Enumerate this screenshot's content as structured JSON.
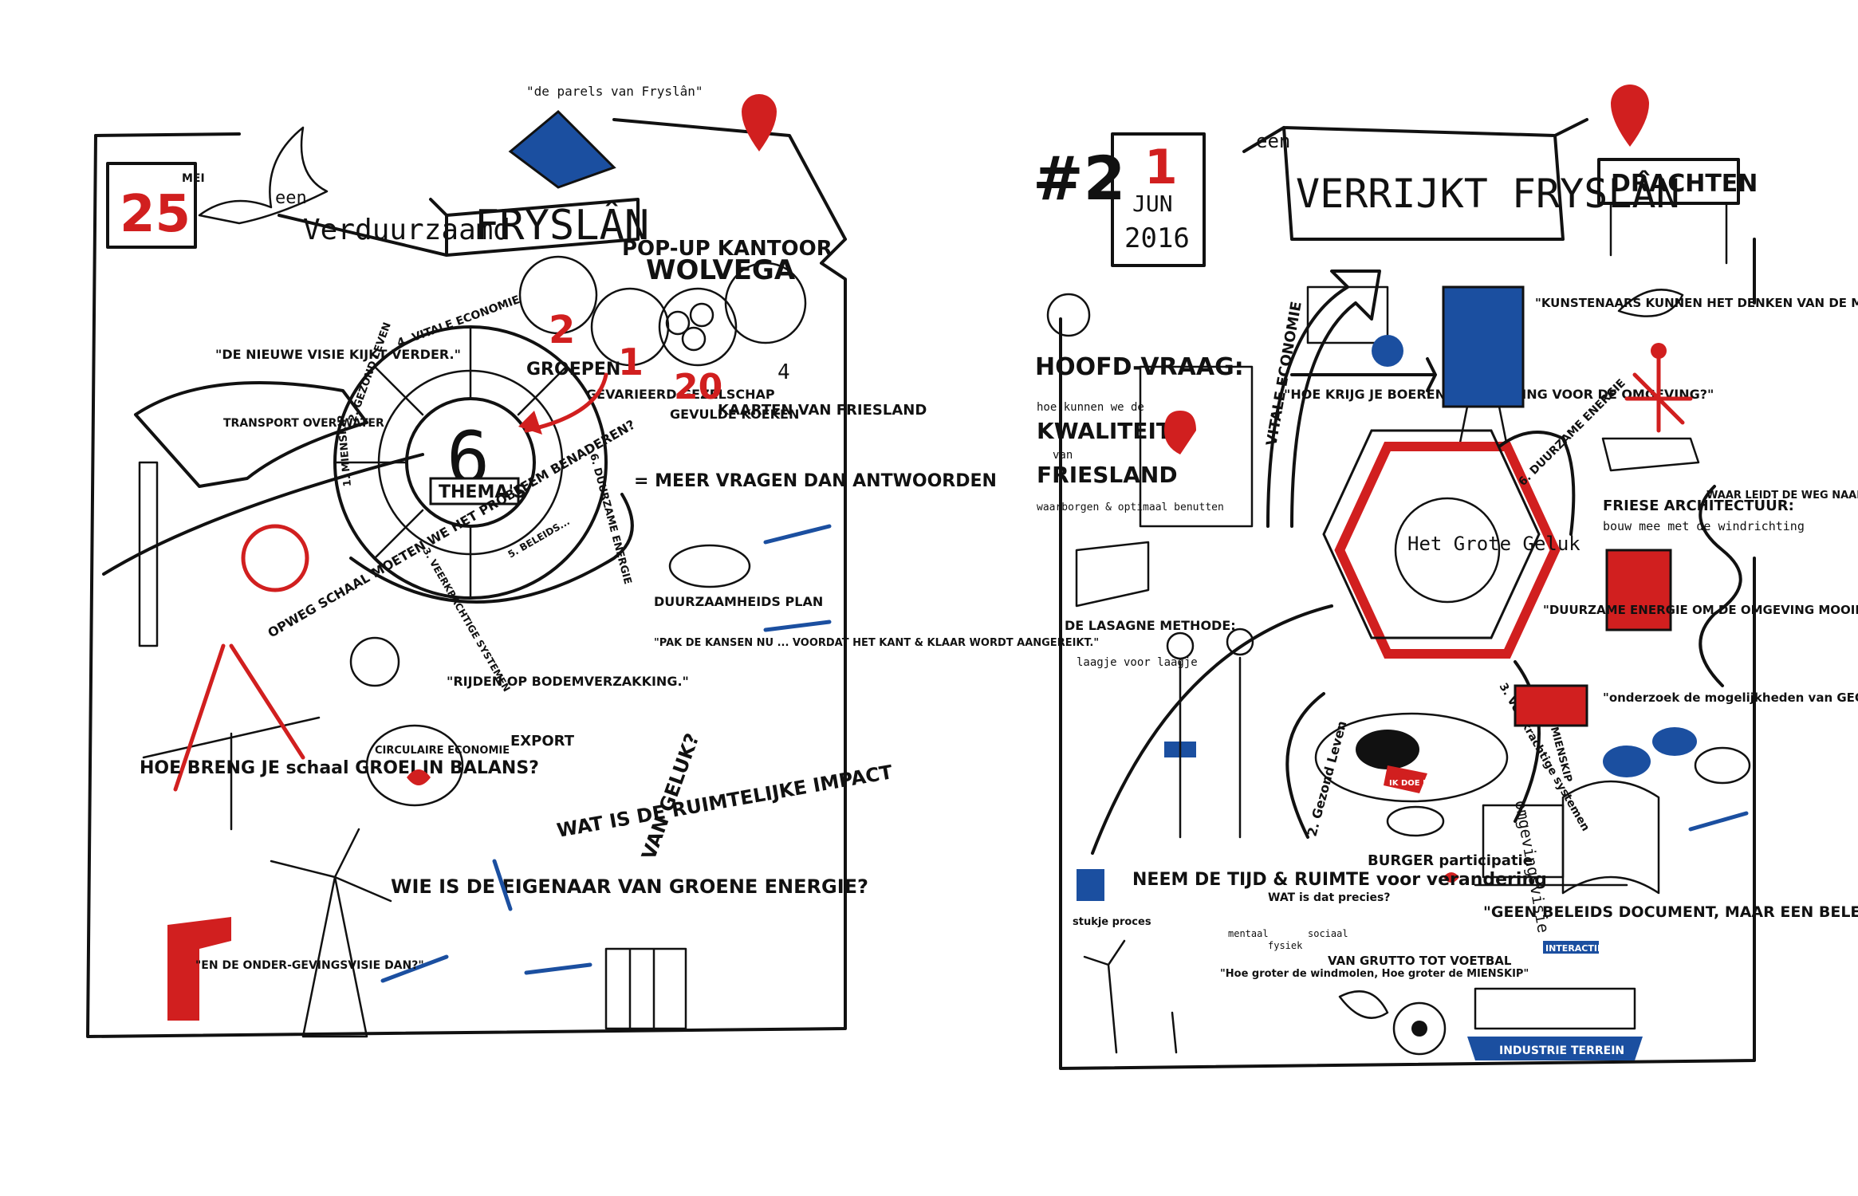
{
  "poster1": {
    "date_day": "25",
    "date_month": "MEI",
    "banner_een": "een",
    "banner_word": "Verduurzaamd",
    "banner_region": "FRYSLÂN",
    "parels_note": "\"de parels van Fryslân\"",
    "popup": "POP-UP KANTOOR",
    "popup_place": "WOLVEGA",
    "nieuwe_visie": "\"DE NIEUWE VISIE KIJKT VERDER.\"",
    "transport": "TRANSPORT OVER WATER",
    "groepen_num": "2",
    "groepen": "GROEPEN",
    "gez_num": "1",
    "gez": "GEVARIEERD GEZELSCHAP",
    "koeken_num": "20",
    "koeken": "GEVULDE KOEKEN",
    "kaarten_num": "4",
    "kaarten": "KAARTEN VAN FRIESLAND",
    "themas_num": "6",
    "themas": "THEMA'S",
    "wheel_vitale": "4. VITALE ECONOMIE",
    "wheel_gezond": "2. GEZOND LEVEN",
    "wheel_mienskip": "1. MIENSKIP",
    "wheel_duurzame": "6. DUURZAME ENERGIE",
    "wheel_veerkracht": "3. VEERKRACHTIGE SYSTEMEN",
    "wheel_beleid": "5. BELEIDS...",
    "meer": "= MEER VRAGEN DAN ANTWOORDEN",
    "duurzaamheids": "DUURZAAMHEIDS PLAN",
    "pak_kansen": "\"PAK DE KANSEN NU ... VOORDAT HET KANT & KLAAR WORDT AANGEREIKT.\"",
    "opweg": "OPWEG SCHAAL MOETEN WE HET PROBLEEM BENADEREN?",
    "rijden": "\"RIJDEN OP BODEMVERZAKKING.\"",
    "circulaire": "CIRCULAIRE ECONOMIE",
    "export": "EXPORT",
    "hoe_breng": "HOE BRENG JE schaal GROEI IN BALANS?",
    "eigenaar": "WIE IS DE EIGENAAR VAN GROENE ENERGIE?",
    "ruimtelijke": "WAT IS DE RUIMTELIJKE IMPACT",
    "van_geluk": "VAN GELUK?",
    "omgevingsvisie": "\"EN DE ONDER-GEVINGSVISIE DAN?\""
  },
  "poster2": {
    "hash": "#2",
    "date_day": "1",
    "date_month": "JUN",
    "date_year": "2016",
    "banner_een": "een",
    "banner_title": "VERRIJKT FRYSLÂN",
    "place": "DRACHTEN",
    "hoofd": "HOOFD-VRAAG:",
    "hoofd_sub": "hoe kunnen we de",
    "kwaliteit": "KWALITEIT",
    "van": "van",
    "friesland": "FRIESLAND",
    "waarborgen": "waarborgen & optimaal benutten",
    "vitale": "VITALE ECONOMIE",
    "boeren": "\"HOE KRIJG JE BOEREN IN BEWEGING VOOR DE OMGEVING?\"",
    "kunstenaars": "\"KUNSTENAARS KUNNEN HET DENKEN VAN DE MENS VERANDEREN op een INTUITIEF NIVEAU\"",
    "het_grote_geluk": "Het Grote Geluk",
    "duurzame_energie_arc": "6. DUURZAME ENERGIE",
    "friese_arch": "FRIESE ARCHITECTUUR:",
    "friese_arch_sub": "bouw mee met de windrichting",
    "waar_leidt": "WAAR LEIDT DE WEG NAAR WEGEN?",
    "duurzame_mooier": "\"DUURZAME ENERGIE OM DE OMGEVING MOOIER TE MAKEN\"",
    "lasagne": "DE LASAGNE METHODE:",
    "lasagne_sub": "laagje voor laagje",
    "geothermie": "\"onderzoek de mogelijkheden van GEOTHERMIE\"",
    "gezond_arc": "2. Gezond Leven",
    "veerkracht_arc": "3. Veerkrachtige systemen",
    "mienskip_arc": "1. MIENSKIP",
    "ik_doe_mee": "IK DOE MEE",
    "omgevingsvisie": "omgevingsvisie",
    "neem_tijd": "NEEM DE TIJD & RUIMTE voor verandering",
    "stukje": "stukje proces",
    "burger": "BURGER participatie",
    "wat_is_dat": "WAT is dat precies?",
    "mentaal": "mentaal",
    "fysiek": "fysiek",
    "sociaal": "sociaal",
    "geen_beleids": "\"GEEN BELEIDS DOCUMENT, MAAR EEN BELEIDS INSTRUMENT\"",
    "interactief": "INTERACTIEF",
    "windmolen": "\"Hoe groter de windmolen, Hoe groter de MIENSKIP\"",
    "grutto": "VAN GRUTTO TOT VOETBAL",
    "industrie": "INDUSTRIE TERREIN"
  },
  "colors": {
    "red": "#d11f1f",
    "blue": "#1b4fa0",
    "ink": "#111111"
  }
}
